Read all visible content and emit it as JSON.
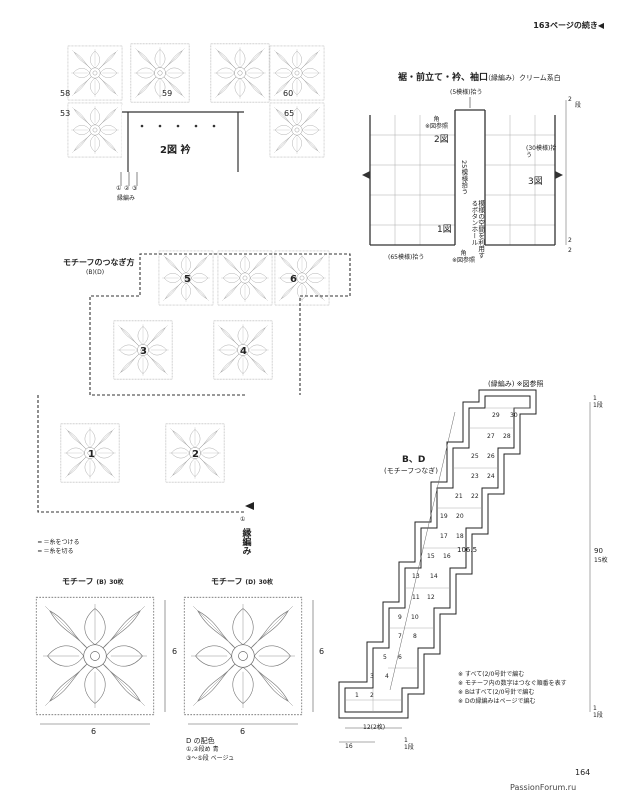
{
  "header": {
    "continuation": "163ページの続き◀"
  },
  "collar": {
    "motif_numbers": [
      "58",
      "59",
      "60",
      "53",
      "65"
    ],
    "figure_label": "2図 衿",
    "arrow_marks": [
      "①",
      "②",
      "③"
    ],
    "edge_label": "縁編み"
  },
  "hem_section": {
    "title": "裾・前立て・衿、袖口",
    "subtitle": "（縁編み）クリーム系白",
    "top_label": "(5模様)拾う",
    "kado_note": "角\n※図参照",
    "fig2": "2図",
    "fig1": "1図",
    "fig3": "3図",
    "vertical_note_1": "25模様拾う",
    "vertical_note_2": "模様の空間を利用するボタンホール",
    "right_label": "(30模様)拾う",
    "bottom_label": "(65模様)拾う",
    "bottom_kado": "角\n※図参照",
    "dims": [
      "2",
      "2",
      "2"
    ],
    "dims_unit": "段"
  },
  "joining": {
    "title": "モチーフのつなぎ方",
    "subtitle": "(B)(D)",
    "motif_numbers": [
      "1",
      "2",
      "3",
      "4",
      "5",
      "6"
    ],
    "edge_label": "縁編み",
    "arrow_mark": "①",
    "legend_1": "━ ＝糸をつける",
    "legend_2": "━ ＝糸を切る"
  },
  "motif_b": {
    "title": "モチーフ",
    "variant": "(B)",
    "count": "30枚",
    "width": "6",
    "height": "6"
  },
  "motif_d": {
    "title": "モチーフ",
    "variant": "(D)",
    "count": "30枚",
    "width": "6",
    "height": "6"
  },
  "color_notes": {
    "title": "D の配色",
    "line1": "①,②段め 青",
    "line2": "③〜⑤段 ベージュ"
  },
  "layout_diagram": {
    "edge_label": "(縁編み) ※図参照",
    "title": "B、D",
    "subtitle": "(モチーフつなぎ)",
    "cells": [
      "1",
      "2",
      "3",
      "4",
      "5",
      "6",
      "7",
      "8",
      "9",
      "10",
      "11",
      "12",
      "13",
      "14",
      "15",
      "16",
      "17",
      "18",
      "19",
      "20",
      "21",
      "22",
      "23",
      "24",
      "25",
      "26",
      "27",
      "28",
      "29",
      "30"
    ],
    "diag_length": "106.5",
    "right_dim": "90",
    "right_dim_sub": "15枚",
    "bottom_dim": "12(2枚)",
    "bottom_total": "16",
    "small_dims": [
      "1",
      "1段",
      "1",
      "1段",
      "1",
      "1段"
    ],
    "notes": [
      "すべて(2/0号針で編む",
      "モチーフ内の数字はつなぐ順番を表す",
      "Bはすべて(2/0号針で編む",
      "Dの縁編みはページで編む"
    ]
  },
  "footer": {
    "page_number": "164",
    "watermark": "PassionForum.ru"
  }
}
